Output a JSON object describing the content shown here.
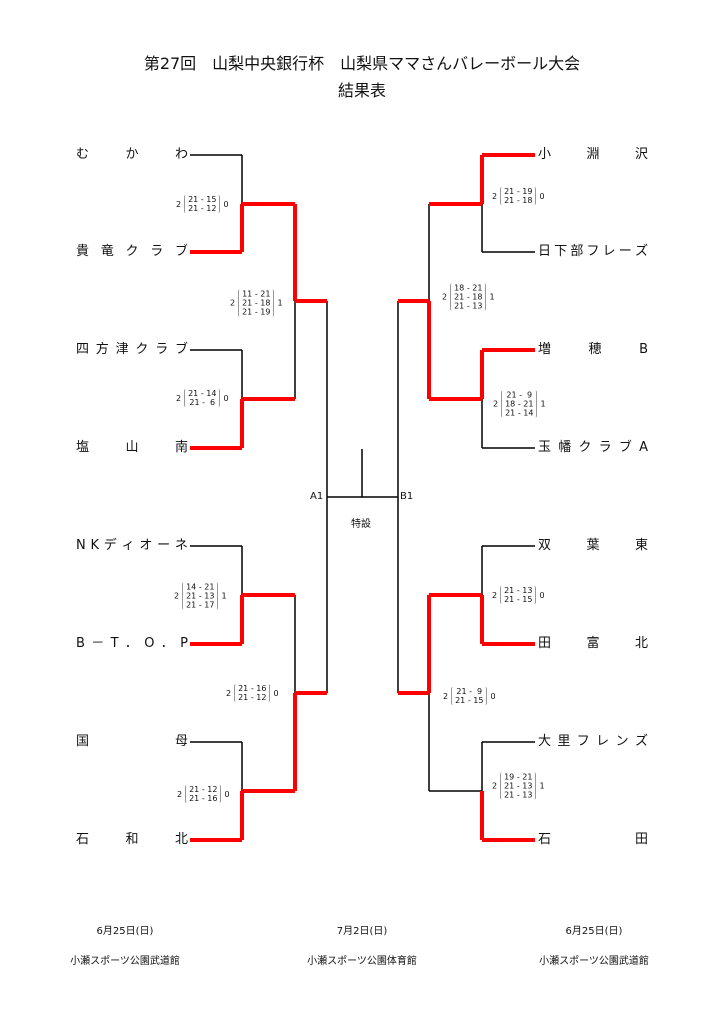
{
  "title": {
    "line1": "第27回　山梨中央銀行杯　山梨県ママさんバレーボール大会",
    "line2": "結果表"
  },
  "left_teams": [
    "むかわ",
    "貴竜クラブ",
    "四方津クラブ",
    "塩山南",
    "NKディオーネ",
    "B－T．O．P",
    "国母",
    "石和北"
  ],
  "right_teams": [
    "小淵沢",
    "日下部フレーズ",
    "増穂B",
    "玉幡クラブA",
    "双葉東",
    "田富北",
    "大里フレンズ",
    "石田"
  ],
  "matches": {
    "l1": {
      "w": "2",
      "l": "0",
      "sets": [
        "21 - 15",
        "21 - 12"
      ]
    },
    "l2": {
      "w": "2",
      "l": "0",
      "sets": [
        "21 - 14",
        "21 -  6"
      ]
    },
    "l3": {
      "w": "2",
      "l": "1",
      "sets": [
        "14 - 21",
        "21 - 13",
        "21 - 17"
      ]
    },
    "l4": {
      "w": "2",
      "l": "0",
      "sets": [
        "21 - 12",
        "21 - 16"
      ]
    },
    "l5": {
      "w": "2",
      "l": "1",
      "sets": [
        "11 - 21",
        "21 - 18",
        "21 - 19"
      ]
    },
    "l6": {
      "w": "2",
      "l": "0",
      "sets": [
        "21 - 16",
        "21 - 12"
      ]
    },
    "r1": {
      "w": "2",
      "l": "0",
      "sets": [
        "21 - 19",
        "21 - 18"
      ]
    },
    "r2": {
      "w": "2",
      "l": "1",
      "sets": [
        "21 -  9",
        "18 - 21",
        "21 - 14"
      ]
    },
    "r3": {
      "w": "2",
      "l": "0",
      "sets": [
        "21 - 13",
        "21 - 15"
      ]
    },
    "r4": {
      "w": "2",
      "l": "1",
      "sets": [
        "19 - 21",
        "21 - 13",
        "21 - 13"
      ]
    },
    "r5": {
      "w": "2",
      "l": "1",
      "sets": [
        "18 - 21",
        "21 - 18",
        "21 - 13"
      ]
    },
    "r6": {
      "w": "2",
      "l": "0",
      "sets": [
        "21 -  9",
        "21 - 15"
      ]
    }
  },
  "center": {
    "a": "A1",
    "b": "B1",
    "venue": "特設"
  },
  "footer": [
    {
      "date": "6月25日(日)",
      "venue": "小瀬スポーツ公園武道館"
    },
    {
      "date": "7月2日(日)",
      "venue": "小瀬スポーツ公園体育館"
    },
    {
      "date": "6月25日(日)",
      "venue": "小瀬スポーツ公園武道館"
    }
  ],
  "colors": {
    "win": "#ff0000",
    "line": "#000000"
  }
}
